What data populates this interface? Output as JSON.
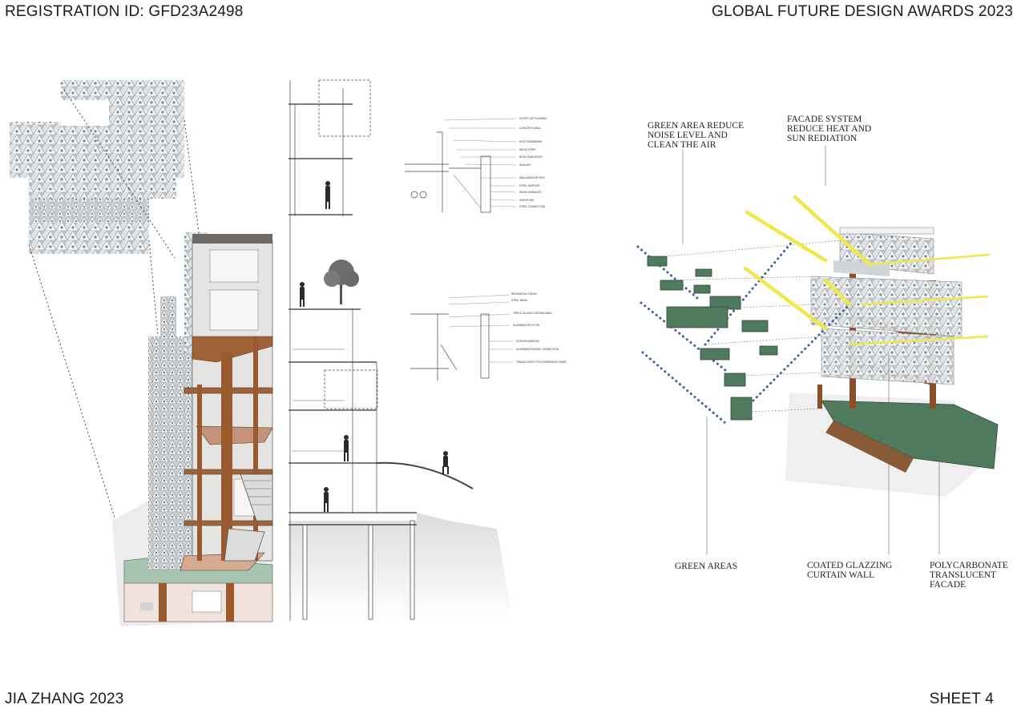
{
  "header": {
    "registration": "REGISTRATION ID: GFD23A2498",
    "award": "GLOBAL FUTURE DESIGN AWARDS 2023"
  },
  "footer": {
    "author": "JIA ZHANG 2023",
    "sheet": "SHEET  4"
  },
  "annotations": {
    "green_area_reduce": "GREEN AREA REDUCE\nNOISE LEVEL AND\nCLEAN THE AIR",
    "facade_system": "FACADE SYSTEM\nREDUCE HEAT AND\nSUN REDIATION",
    "green_areas": "GREEN AREAS",
    "coated_glazing": "COATED GLAZZING\nCURTAIN WALL",
    "polycarbonate": "POLYCARBONATE\nTRANSLUCENT\nFACADE"
  },
  "detail_notes_top": [
    "SLOPE CAP FLASHING",
    "CONCRETE WALL",
    "ROOT MEMBRANE",
    "WOOD STRIP",
    "RIGID INSULATION",
    "SEALANT",
    "WALL/ANCHOR PINS",
    "STEEL SUPPORT",
    "WOOD SHINGLES",
    "SHEATHING",
    "STEEL CONNECTION"
  ],
  "detail_notes_bottom": [
    "REGENERAL CROSS",
    "STEEL BEAM",
    "TRIPLE GLAZED CURTAIN WALL",
    "ALUMINUM RECK FIN",
    "CURTAIN WINDOW",
    "ALUMINUM FACADE CONNECTION",
    "TRANSLUCENT POLYCARBONATE PANEL"
  ],
  "colors": {
    "timber": "#9a5a30",
    "facade": "#c9ced2",
    "green": "#4f7a5e",
    "sun": "#f2e64a",
    "dots": "#3c5fa0",
    "roof": "#94b8a4"
  }
}
